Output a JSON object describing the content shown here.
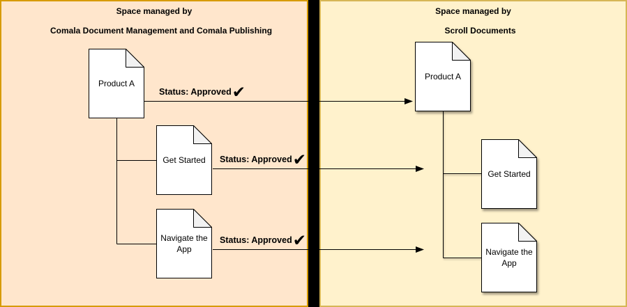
{
  "left_panel": {
    "title_line1": "Space managed by",
    "title_line2": "Comala Document Management and Comala Publishing",
    "bg_color": "#FFE6CC",
    "border_color": "#D79B00",
    "docs": [
      {
        "label": "Product A"
      },
      {
        "label": "Get Started"
      },
      {
        "label": "Navigate the App"
      }
    ]
  },
  "right_panel": {
    "title_line1": "Space managed by",
    "title_line2": "Scroll Documents",
    "bg_color": "#FFF2CC",
    "border_color": "#D6B656",
    "docs": [
      {
        "label": "Product A"
      },
      {
        "label": "Get Started"
      },
      {
        "label": "Navigate the App"
      }
    ]
  },
  "divider": {
    "color": "#000000"
  },
  "arrows": [
    {
      "label": "Status: Approved",
      "check_icon": "✔"
    },
    {
      "label": "Status: Approved",
      "check_icon": "✔"
    },
    {
      "label": "Status: Approved",
      "check_icon": "✔"
    }
  ]
}
